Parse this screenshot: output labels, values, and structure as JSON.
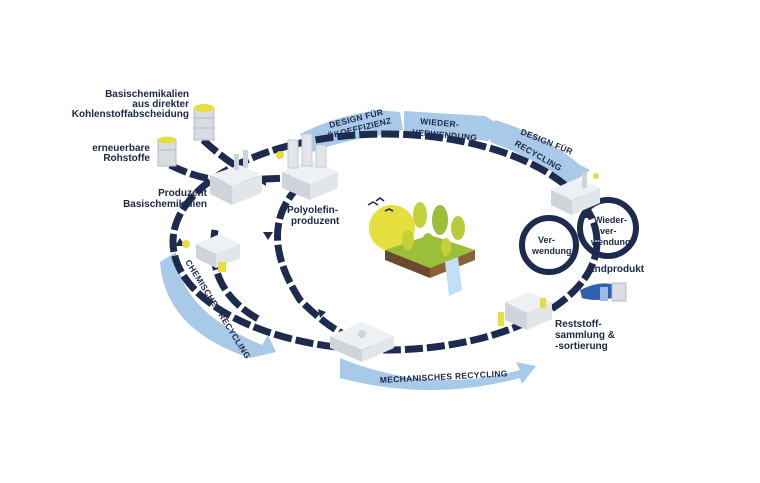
{
  "colors": {
    "navy": "#1d2b4f",
    "band_blue": "#a9c9e8",
    "band_light": "#cfe2f4",
    "yellow": "#e6de3c",
    "green": "#9bbf3a",
    "grey": "#d9dde2"
  },
  "labels": {
    "basischemikalien_l1": "Basischemikalien",
    "basischemikalien_l2": "aus direkter",
    "basischemikalien_l3": "Kohlenstoffabscheidung",
    "rohstoffe_l1": "erneuerbare",
    "rohstoffe_l2": "Rohstoffe",
    "produzent_l1": "Produzent",
    "produzent_l2": "Basischemikalien",
    "polyolefin_l1": "Polyolefin-",
    "polyolefin_l2": "produzent",
    "endprodukt": "Endprodukt",
    "reststoff_l1": "Reststoff-",
    "reststoff_l2": "sammlung &",
    "reststoff_l3": "-sortierung"
  },
  "bands": {
    "design_oeko_l1": "DESIGN FÜR",
    "design_oeko_l2": "ÖKOEFFIZIENZ",
    "wieder_l1": "WIEDER-",
    "wieder_l2": "VERWENDUNG",
    "design_rec_l1": "DESIGN FÜR",
    "design_rec_l2": "RECYCLING",
    "chemisch": "CHEMISCHES RECYCLING",
    "mechanisch": "MECHANISCHES RECYCLING"
  },
  "loops": {
    "verwendung_l1": "Ver-",
    "verwendung_l2": "wendung",
    "wiederverwendung_l1": "Wieder-",
    "wiederverwendung_l2": "ver-",
    "wiederverwendung_l3": "wendung"
  },
  "icons": [
    "co2-capture-icon",
    "renewable-barrel-icon",
    "chemical-plant-icon",
    "polyolefin-plant-icon",
    "manufacturing-plant-icon",
    "end-product-icon",
    "sorting-facility-icon",
    "mechanical-recycling-plant-icon",
    "chemical-recycling-plant-icon",
    "nature-island-icon"
  ]
}
